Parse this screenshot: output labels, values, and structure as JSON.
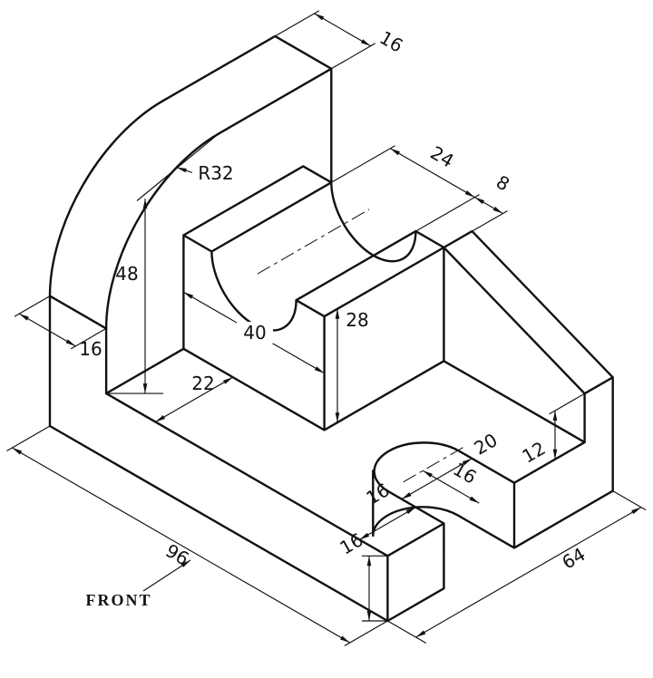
{
  "dims": {
    "top16": "16",
    "d24": "24",
    "d8": "8",
    "r32": "R32",
    "d48": "48",
    "wall16": "16",
    "d40": "40",
    "d28": "28",
    "d22": "22",
    "d20": "20",
    "slot_front16": "16",
    "slot_end16": "16",
    "d12": "12",
    "base16": "16",
    "d96": "96",
    "d64": "64"
  },
  "labels": {
    "front": "FRONT"
  }
}
